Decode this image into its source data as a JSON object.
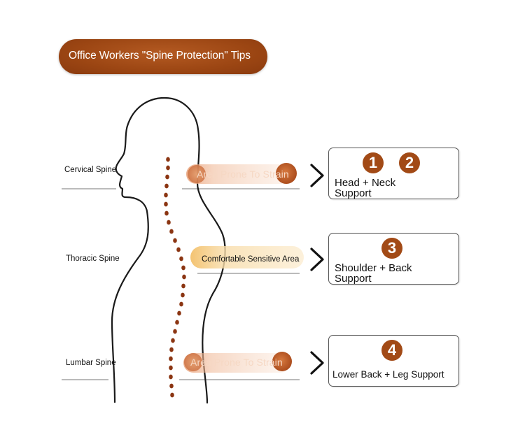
{
  "title": "Office Workers \"Spine Protection\" Tips",
  "spine_labels": {
    "cervical": "Cervical Spine",
    "thoracic": "Thoracic Spine",
    "lumbar": "Lumbar Spine"
  },
  "areas": {
    "cervical": "Area Prone To Strain",
    "thoracic": "Comfortable Sensitive Area",
    "lumbar": "Area Prone To Strain"
  },
  "cards": {
    "head_neck": {
      "numbers": [
        "1",
        "2"
      ],
      "line1": "Head + Neck",
      "line2": "Support"
    },
    "shoulder_back": {
      "numbers": [
        "3"
      ],
      "line1": "Shoulder + Back",
      "line2": "Support"
    },
    "lower_back_leg": {
      "numbers": [
        "4"
      ],
      "text": "Lower Back + Leg Support"
    }
  },
  "colors": {
    "title_bg": "#9c4613",
    "number_badge": "#a24a16",
    "spine_dot": "#8b3512",
    "strain_band": "#e08a5a",
    "comfort_band": "#f5c46e"
  }
}
